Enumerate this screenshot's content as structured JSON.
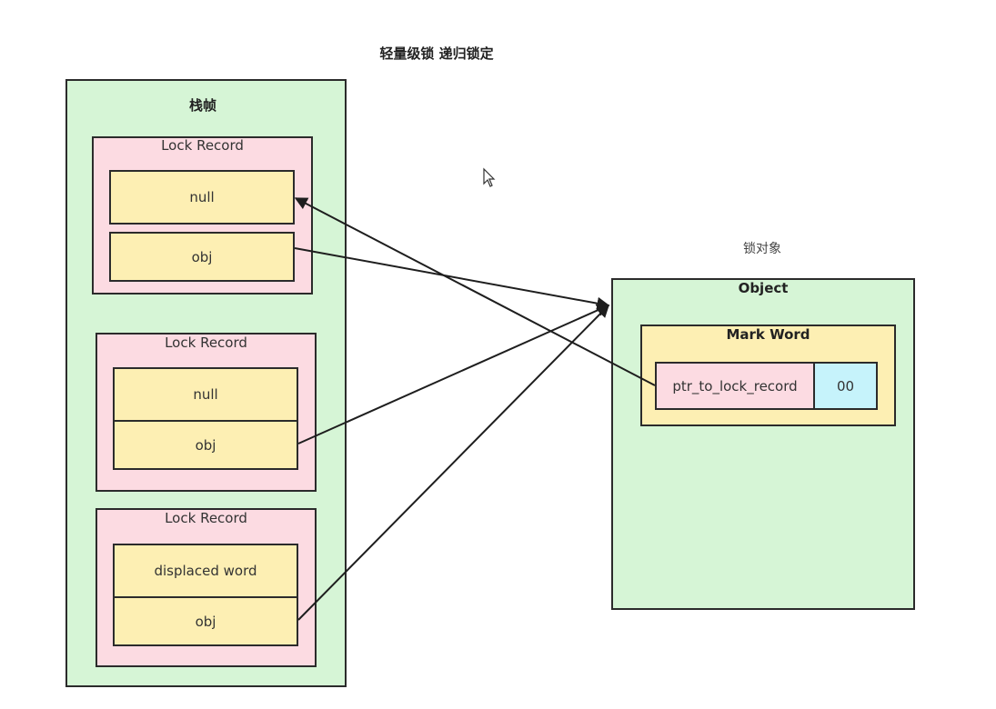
{
  "title": "轻量级锁 递归锁定",
  "stack_frame": {
    "label": "栈帧",
    "records": [
      {
        "title": "Lock Record",
        "slot_top": "null",
        "slot_bottom": "obj"
      },
      {
        "title": "Lock Record",
        "slot_top": "null",
        "slot_bottom": "obj"
      },
      {
        "title": "Lock Record",
        "slot_top": "displaced word",
        "slot_bottom": "obj"
      }
    ]
  },
  "lock_object": {
    "caption": "锁对象",
    "label": "Object",
    "mark_word": {
      "label": "Mark Word",
      "pointer_cell": "ptr_to_lock_record",
      "lock_bits": "00"
    }
  },
  "colors": {
    "frame_fill": "#d6f5d6",
    "record_fill": "#fcdbe2",
    "slot_fill": "#fdefb3",
    "bits_fill": "#c6f3fb",
    "stroke": "#2b2b2b"
  }
}
